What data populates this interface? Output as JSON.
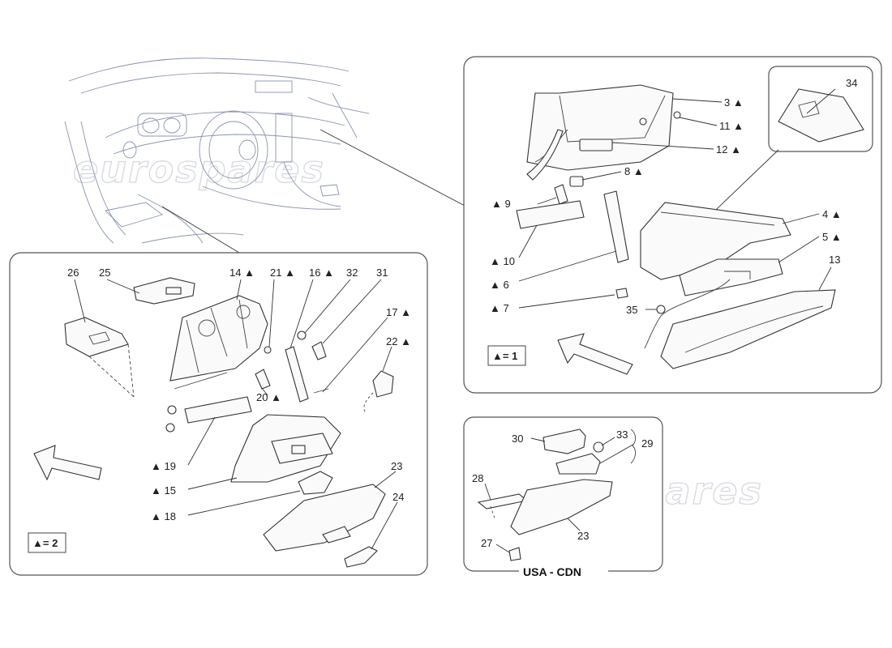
{
  "watermark": "eurospares",
  "dashboard": {},
  "right_panel": {
    "labels": [
      "3 ▲",
      "11 ▲",
      "12 ▲",
      "8 ▲",
      "▲ 9",
      "4 ▲",
      "5 ▲",
      "▲ 10",
      "▲ 6",
      "13",
      "▲ 7",
      "35",
      "34"
    ],
    "key": "▲= 1"
  },
  "left_panel": {
    "labels": [
      "26",
      "25",
      "14 ▲",
      "21 ▲",
      "16 ▲",
      "32",
      "31",
      "17 ▲",
      "22 ▲",
      "20 ▲",
      "▲ 19",
      "▲ 15",
      "▲ 18",
      "23",
      "24"
    ],
    "key": "▲= 2"
  },
  "usa_panel": {
    "labels": [
      "30",
      "33",
      "29",
      "28",
      "23",
      "27"
    ],
    "title": "USA - CDN"
  }
}
